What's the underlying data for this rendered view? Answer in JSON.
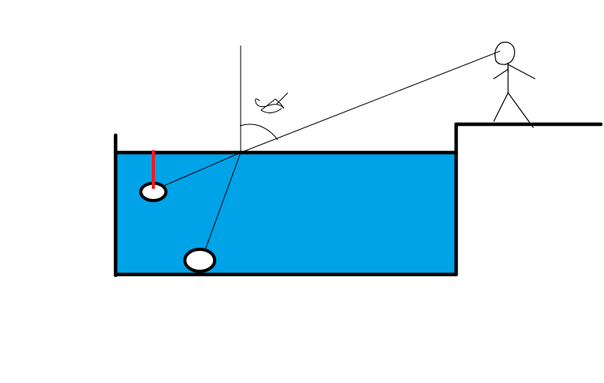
{
  "colors": {
    "background": "#ffffff",
    "water": "#00a2e8",
    "outline": "#000000",
    "marker": "#ed1c24",
    "object": "#ffffff"
  },
  "elements": {
    "pool": "water-tank",
    "surface": "water-surface",
    "normal": "normal-line",
    "observer": "stick-figure",
    "real_object": "coin-on-bottom",
    "apparent_object": "apparent-coin-image",
    "apparent_depth_marker": "red-depth-marker",
    "angles": "angle-arcs"
  }
}
